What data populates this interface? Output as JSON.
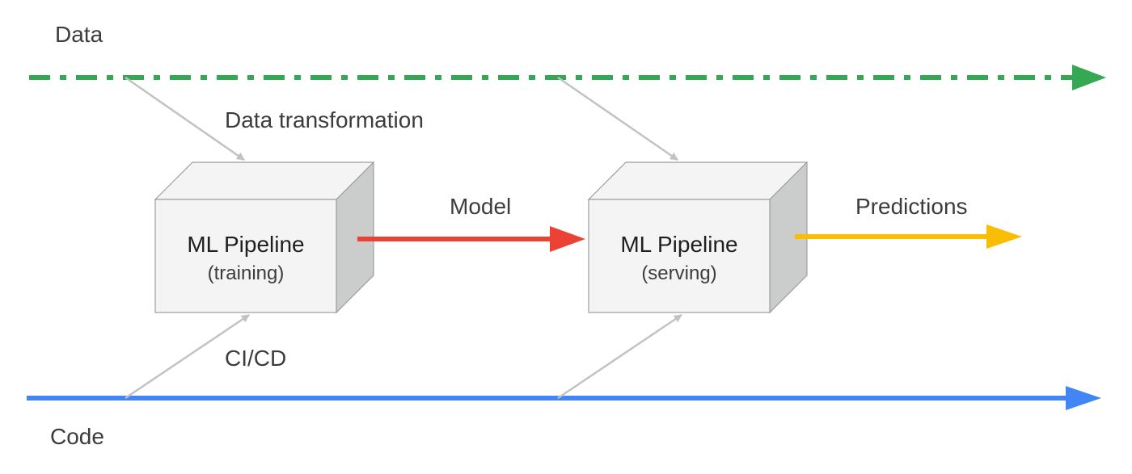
{
  "labels": {
    "data": "Data",
    "code": "Code",
    "data_transformation": "Data transformation",
    "cicd": "CI/CD",
    "model": "Model",
    "predictions": "Predictions"
  },
  "pipelines": [
    {
      "title": "ML Pipeline",
      "subtitle": "(training)"
    },
    {
      "title": "ML Pipeline",
      "subtitle": "(serving)"
    }
  ],
  "colors": {
    "data_line": "#34a853",
    "code_line": "#4285f4",
    "model_arrow": "#ea4335",
    "predictions_arrow": "#fbbc04",
    "connector": "#c0c2c4",
    "box_front": "#f4f4f4",
    "box_side": "#cbcccc",
    "box_edge": "#9e9e9e"
  }
}
